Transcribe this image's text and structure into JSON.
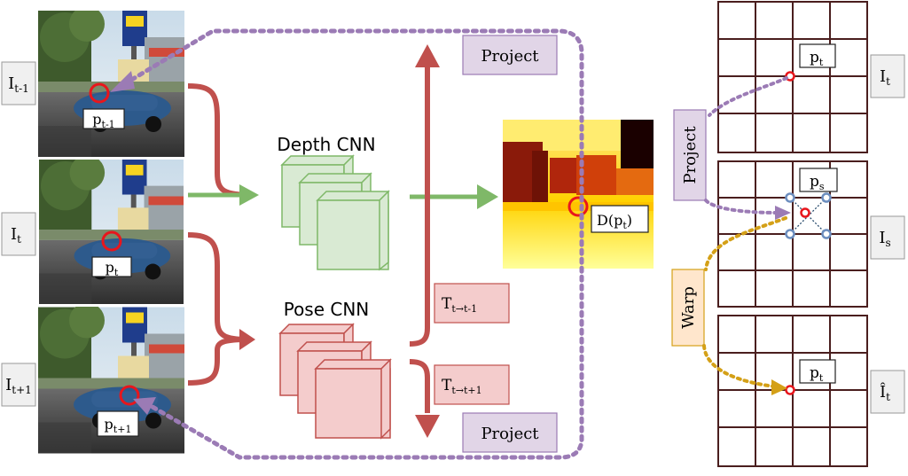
{
  "frames": {
    "prev": {
      "label": "I",
      "label_sub": "t-1",
      "point": "p",
      "point_sub": "t-1"
    },
    "cur": {
      "label": "I",
      "label_sub": "t",
      "point": "p",
      "point_sub": "t"
    },
    "next": {
      "label": "I",
      "label_sub": "t+1",
      "point": "p",
      "point_sub": "t+1"
    }
  },
  "depth_cnn": {
    "title": "Depth CNN"
  },
  "pose_cnn": {
    "title": "Pose CNN"
  },
  "project_top": {
    "label": "Project"
  },
  "project_bottom": {
    "label": "Project"
  },
  "depth_map": {
    "label": "D(p",
    "label_sub": "t",
    "label_close": ")"
  },
  "pose_prev": {
    "label": "T",
    "label_sub": "t→t-1"
  },
  "pose_next": {
    "label": "T",
    "label_sub": "t→t+1"
  },
  "grids": {
    "top": {
      "point": "p",
      "point_sub": "t",
      "image": "I",
      "image_sub": "t"
    },
    "middle": {
      "point": "p",
      "point_sub": "s",
      "image": "I",
      "image_sub": "s"
    },
    "bottom": {
      "point": "p",
      "point_sub": "t",
      "image": "Î",
      "image_sub": "t"
    }
  },
  "side_project": {
    "label": "Project"
  },
  "side_warp": {
    "label": "Warp"
  },
  "colors": {
    "red_arrow": "#c0504d",
    "green_arrow": "#7fb868",
    "purple_dots": "#9b7bb5",
    "gold_dots": "#d4a017",
    "grid_line": "#4a1e1e",
    "depth_box_fill": "#d9ead3",
    "depth_box_stroke": "#7fb868",
    "pose_box_fill": "#f4cccc",
    "pose_box_stroke": "#c0504d",
    "project_fill": "#e1d5e7",
    "warp_fill": "#ffe6cc"
  }
}
